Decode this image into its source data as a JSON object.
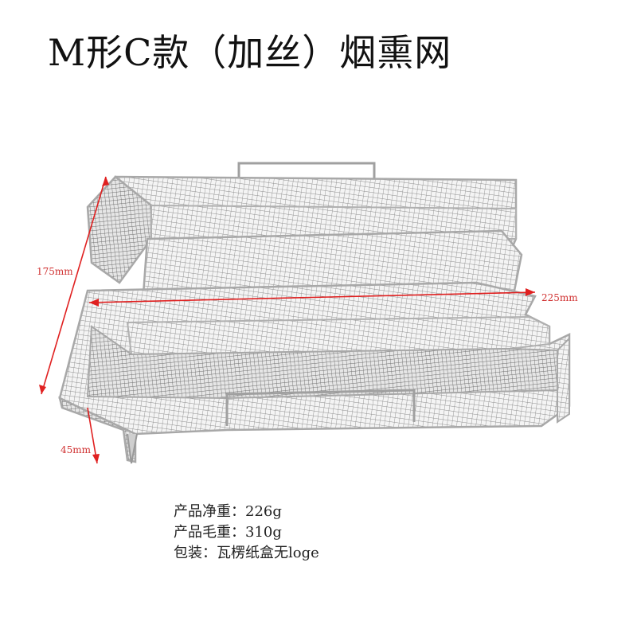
{
  "title": "M形C款（加丝）烟熏网",
  "dimensions": {
    "height_label": "175mm",
    "width_label": "225mm",
    "depth_label": "45mm"
  },
  "specs": {
    "net_weight": "产品净重：226g",
    "gross_weight": "产品毛重：310g",
    "packaging": "包装：瓦楞纸盒无loge"
  },
  "colors": {
    "dimension_line": "#e02020",
    "steel": "#9a9a9a"
  }
}
